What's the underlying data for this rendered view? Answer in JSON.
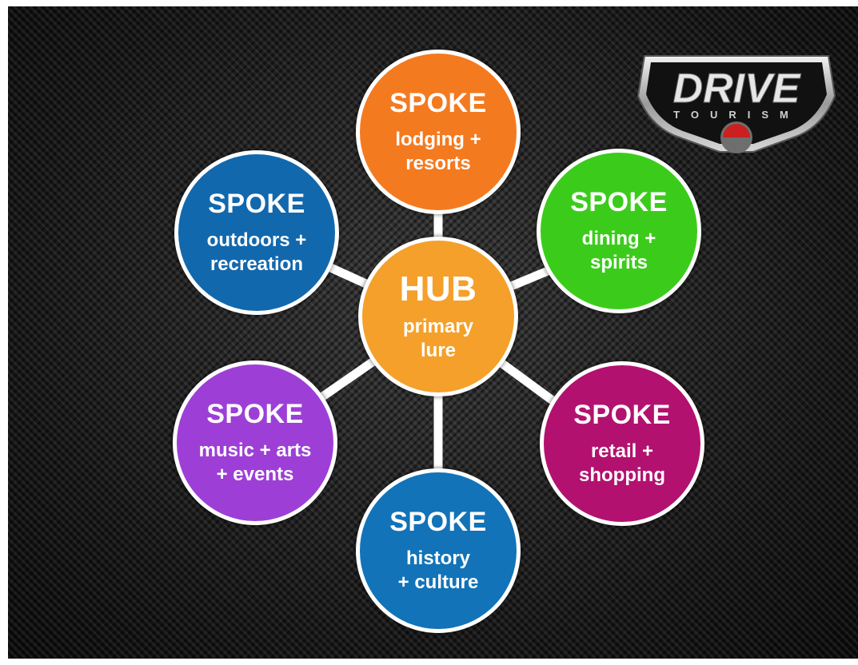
{
  "logo": {
    "brand": "DRIVE",
    "sub": "TOURISM"
  },
  "hub": {
    "title": "HUB",
    "desc": "primary\nlure",
    "color": "#f5a02a"
  },
  "spokes": [
    {
      "title": "SPOKE",
      "desc": "lodging +\nresorts",
      "color": "#f47a20"
    },
    {
      "title": "SPOKE",
      "desc": "dining +\nspirits",
      "color": "#3bcc1b"
    },
    {
      "title": "SPOKE",
      "desc": "retail +\nshopping",
      "color": "#b3116f"
    },
    {
      "title": "SPOKE",
      "desc": "history\n+ culture",
      "color": "#1273b8"
    },
    {
      "title": "SPOKE",
      "desc": "music + arts\n+ events",
      "color": "#9d3fd6"
    },
    {
      "title": "SPOKE",
      "desc": "outdoors +\nrecreation",
      "color": "#1268ad"
    }
  ]
}
